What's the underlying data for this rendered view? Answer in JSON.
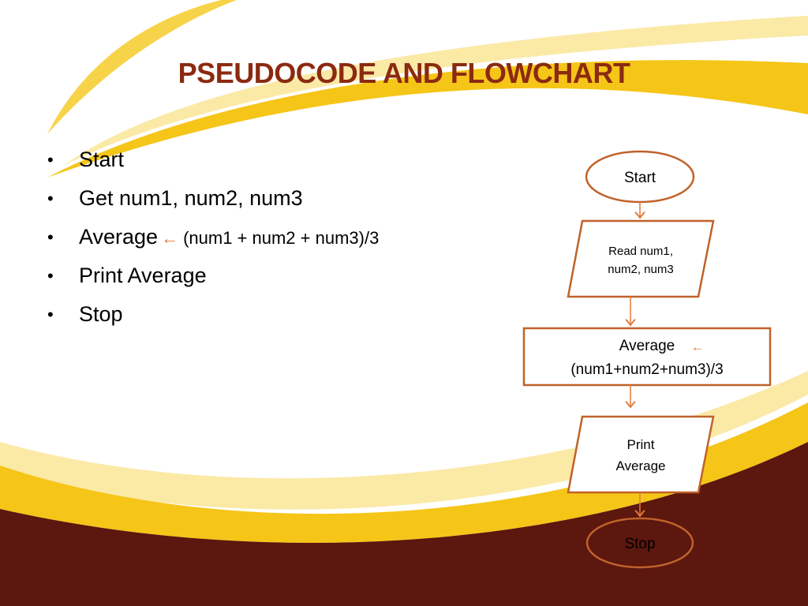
{
  "title": "PSEUDOCODE AND FLOWCHART",
  "bullets": [
    "Start",
    "Get num1, num2, num3",
    "Average",
    "Print Average",
    "Stop"
  ],
  "bullet_arrow": "←",
  "bullet_expr": "(num1 + num2 + num3)/3",
  "flow": {
    "start": "Start",
    "read_line1": "Read num1,",
    "read_line2": "num2, num3",
    "process_line1": "Average",
    "process_arrow": "←",
    "process_line2": "(num1+num2+num3)/3",
    "print_line1": "Print",
    "print_line2": "Average",
    "stop": "Stop"
  },
  "colors": {
    "title": "#8b2a10",
    "accent_yellow": "#f5c518",
    "pale_yellow": "#f9e08a",
    "dark_brown": "#5c170e",
    "shape_stroke": "#c0622a",
    "arrow": "#e07b39"
  }
}
